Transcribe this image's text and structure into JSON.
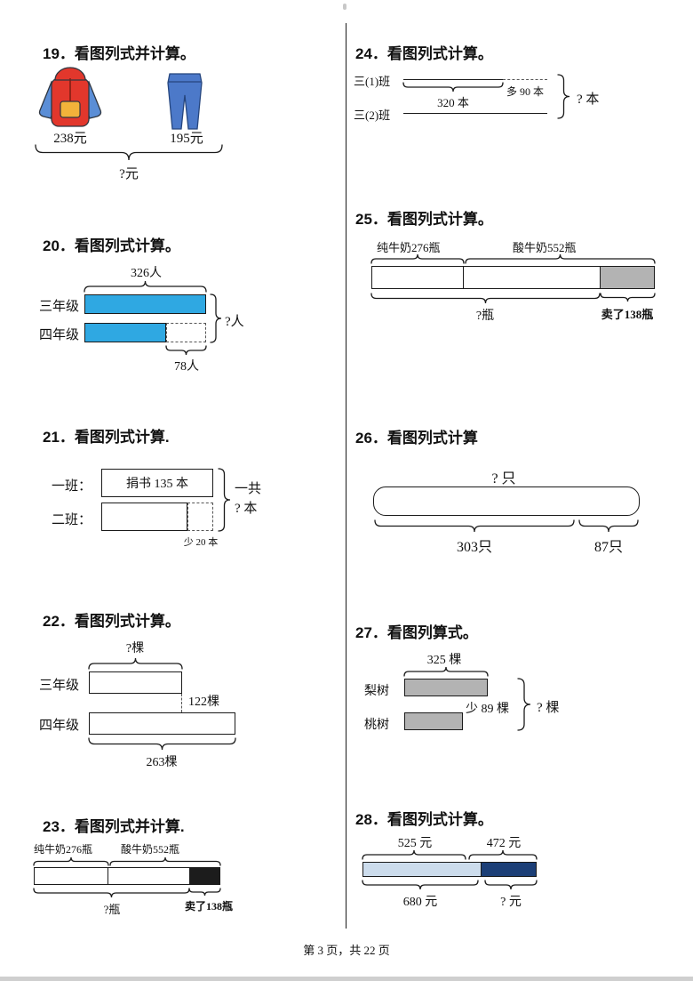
{
  "page": {
    "footer": "第 3 页，共 22 页"
  },
  "colors": {
    "bar_blue": "#2fa8e2",
    "bar_gray": "#b3b3b3",
    "bar_black": "#1c1c1c",
    "bar_light_blue": "#ccdcec",
    "bar_navy": "#1c3f77"
  },
  "problems": {
    "p19": {
      "title": "19．看图列式并计算。",
      "price_hoodie": "238元",
      "price_jeans": "195元",
      "question": "?元"
    },
    "p20": {
      "title": "20．看图列式计算。",
      "top_value": "326人",
      "row1": "三年级",
      "row2": "四年级",
      "question": "?人",
      "diff_value": "78人"
    },
    "p21": {
      "title": "21．看图列式计算.",
      "row1": "一班：",
      "row1_bar_text": "捐书 135 本",
      "row2": "二班：",
      "total_label": "一共",
      "question": "? 本",
      "less_label": "少 20 本"
    },
    "p22": {
      "title": "22．看图列式计算。",
      "question": "?棵",
      "row1": "三年级",
      "diff_value": "122棵",
      "row2": "四年级",
      "bottom_value": "263棵"
    },
    "p23": {
      "title": "23．看图列式并计算.",
      "label_left": "纯牛奶276瓶",
      "label_right": "酸牛奶552瓶",
      "question": "?瓶",
      "sold_label": "卖了138瓶"
    },
    "p24": {
      "title": "24．看图列式计算。",
      "row1": "三(1)班",
      "row1_value": "320 本",
      "more_label": "多 90 本",
      "row2": "三(2)班",
      "question": "? 本"
    },
    "p25": {
      "title": "25．看图列式计算。",
      "label_left": "纯牛奶276瓶",
      "label_right": "酸牛奶552瓶",
      "question": "?瓶",
      "sold_label": "卖了138瓶"
    },
    "p26": {
      "title": "26．看图列式计算",
      "question": "? 只",
      "left_value": "303只",
      "right_value": "87只"
    },
    "p27": {
      "title": "27．看图列算式。",
      "top_value": "325 棵",
      "row1": "梨树",
      "row2": "桃树",
      "less_label": "少 89 棵",
      "question": "? 棵"
    },
    "p28": {
      "title": "28．看图列式计算。",
      "top_left_value": "525 元",
      "top_right_value": "472 元",
      "bottom_left_value": "680 元",
      "question": "? 元"
    }
  }
}
